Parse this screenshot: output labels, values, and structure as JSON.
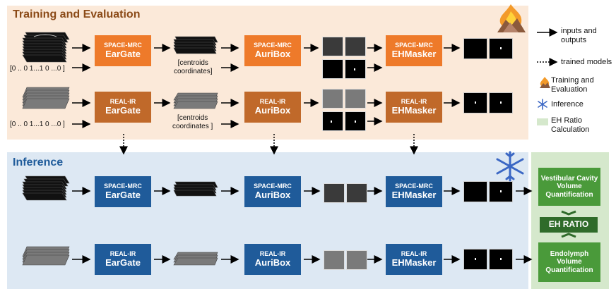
{
  "sections": {
    "training_title": "Training and Evaluation",
    "inference_title": "Inference"
  },
  "modules": {
    "space_mrc": "SPACE-MRC",
    "real_ir": "REAL-IR",
    "eargate": "EarGate",
    "auribox": "AuriBox",
    "ehmasker": "EHMasker"
  },
  "labels": {
    "label_vector_1": "[0 .. 0 1...1 0 ...0 ]",
    "label_vector_2": "[0 .. 0 1...1 0 ...0 ]",
    "centroids_1": "[centroids\ncoordinates]",
    "centroids_2": "[centroids\ncoordinates ]"
  },
  "quantification": {
    "vestibular": "Vestibular Cavity Volume Quantification",
    "eh_ratio": "EH RATIO",
    "endolymph": "Endolymph Volume Quantification"
  },
  "legend": {
    "inputs_outputs": "inputs and outputs",
    "trained_models": "trained models",
    "training_eval": "Training and Evaluation",
    "inference": "Inference",
    "eh_ratio_calc": "EH Ratio Calculation"
  },
  "colors": {
    "training_bg": "#fbe9d9",
    "inference_bg": "#dde8f3",
    "eh_bg": "#d5e8cc",
    "space_mrc_box": "#ee7a2a",
    "real_ir_box": "#c0692a",
    "inference_box": "#1f5b9a",
    "green_box": "#4a9a3a"
  },
  "icons": [
    "fire-icon",
    "snowflake-icon"
  ]
}
